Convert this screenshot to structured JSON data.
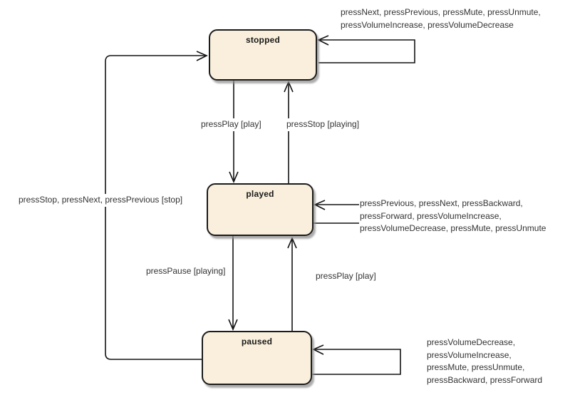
{
  "diagram": {
    "type": "uml-state-machine",
    "background": "#ffffff"
  },
  "states": {
    "stopped": {
      "label": "stopped"
    },
    "played": {
      "label": "played"
    },
    "paused": {
      "label": "paused"
    }
  },
  "transitions": {
    "stopped_self": {
      "from": "stopped",
      "to": "stopped",
      "label": "pressNext, pressPrevious, pressMute, pressUnmute,\npressVolumeIncrease, pressVolumeDecrease"
    },
    "press_play_top": {
      "from": "stopped",
      "to": "played",
      "label": "pressPlay [play]"
    },
    "press_stop": {
      "from": "played",
      "to": "stopped",
      "label": "pressStop [playing]"
    },
    "paused_to_stopped": {
      "from": "paused",
      "to": "stopped",
      "label": "pressStop, pressNext, pressPrevious [stop]"
    },
    "played_self": {
      "from": "played",
      "to": "played",
      "label": "pressPrevious, pressNext, pressBackward,\npressForward, pressVolumeIncrease,\npressVolumeDecrease, pressMute, pressUnmute"
    },
    "press_pause": {
      "from": "played",
      "to": "paused",
      "label": "pressPause [playing]"
    },
    "press_play_bottom": {
      "from": "paused",
      "to": "played",
      "label": "pressPlay [play]"
    },
    "paused_self": {
      "from": "paused",
      "to": "paused",
      "label": "pressVolumeDecrease,\npressVolumeIncrease,\npressMute, pressUnmute,\npressBackward, pressForward"
    }
  },
  "colors": {
    "state_fill": "#f9efdc",
    "state_border": "#1b1b1b",
    "edge_line": "#141414",
    "label_text": "#333333",
    "shadow": "#919191"
  }
}
